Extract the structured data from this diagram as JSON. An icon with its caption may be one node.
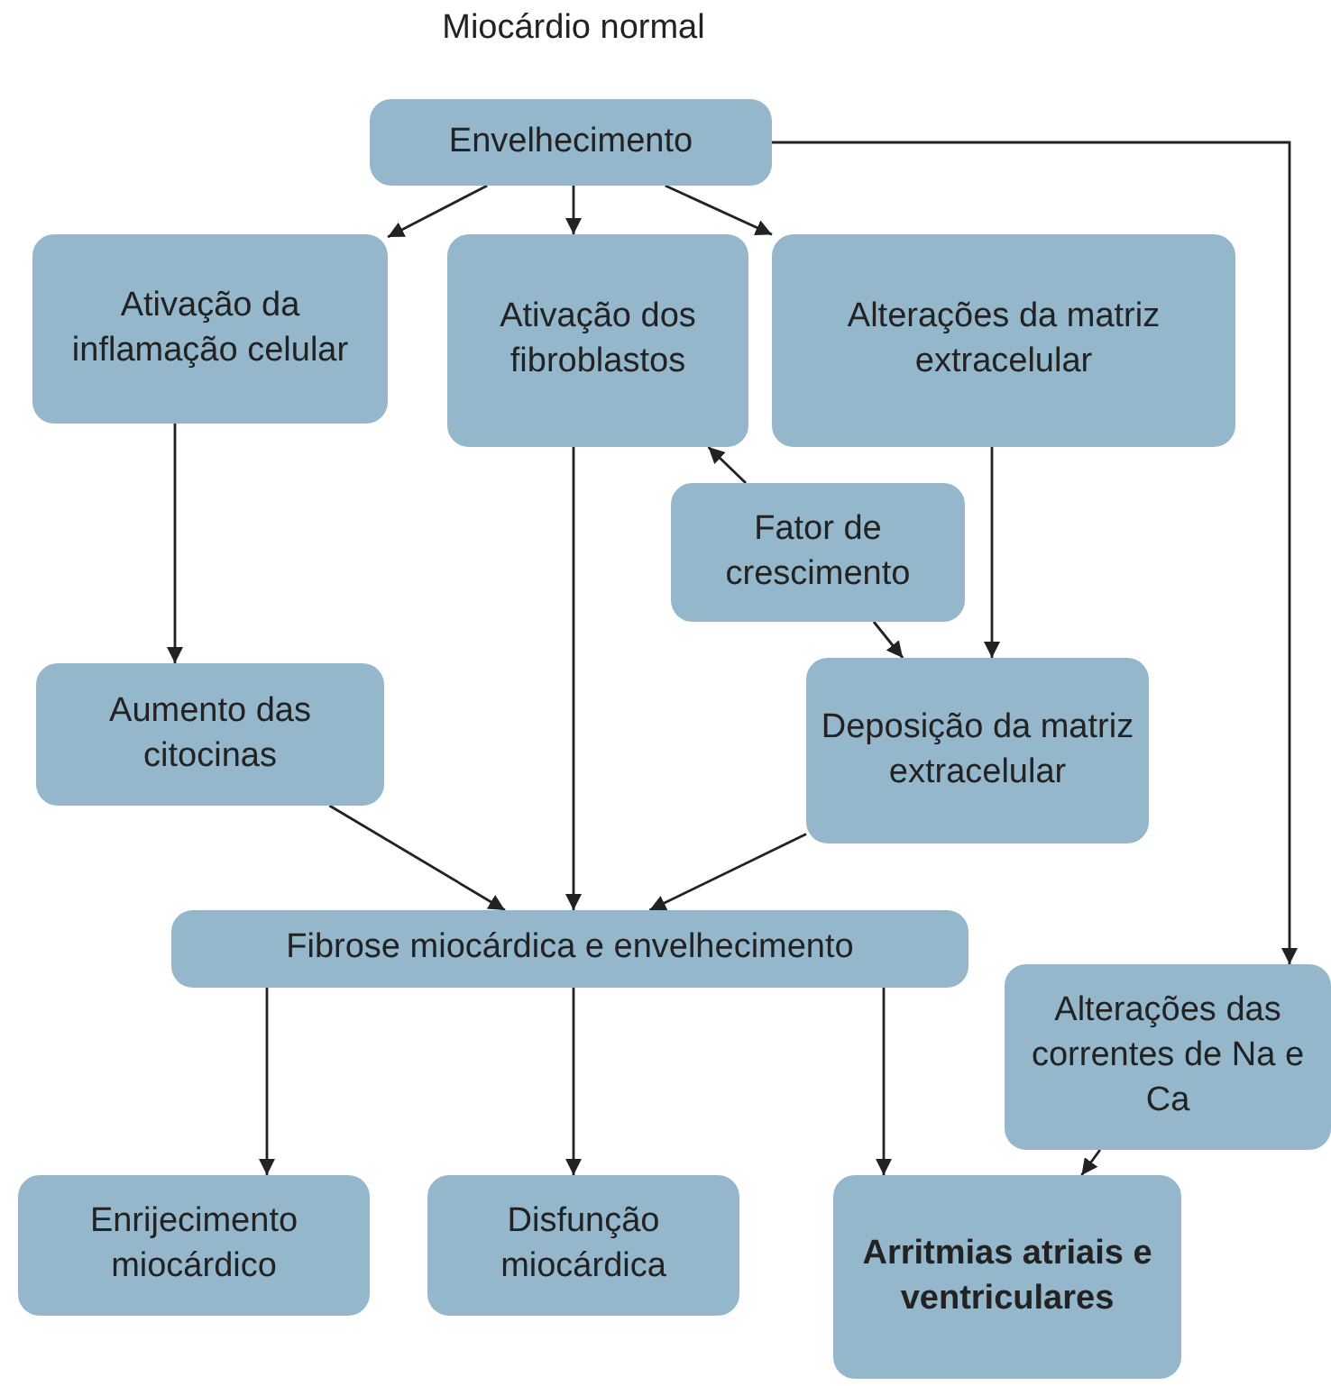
{
  "diagram": {
    "title": "Miocárdio normal",
    "nodes": [
      {
        "text": [
          "Envelhecimento"
        ]
      },
      {
        "text": [
          "Ativação da inflamação celular"
        ]
      },
      {
        "text": [
          "Ativação dos fibroblastos"
        ]
      },
      {
        "text": [
          "Alterações da matriz extracelular"
        ]
      },
      {
        "text": [
          "Fator de crescimento"
        ]
      },
      {
        "text": [
          "Aumento das citocinas"
        ]
      },
      {
        "text": [
          "Deposição da matriz extracelular"
        ]
      },
      {
        "text": [
          "Fibrose miocárdica e envelhecimento"
        ]
      },
      {
        "text": [
          "Alterações das correntes de Na e Ca"
        ]
      },
      {
        "text": [
          "Enrijecimento miocárdico"
        ]
      },
      {
        "text": [
          "Disfunção miocárdica"
        ]
      },
      {
        "text": [
          "Arritmias atriais e ventriculares"
        ]
      }
    ],
    "edges": [
      {
        "from": 0,
        "to": 1,
        "arrow": "to"
      },
      {
        "from": 0,
        "to": 2,
        "arrow": "to"
      },
      {
        "from": 0,
        "to": 3,
        "arrow": "to"
      },
      {
        "from": 0,
        "to": 8,
        "arrow": "to"
      },
      {
        "from": 1,
        "to": 5,
        "arrow": "to"
      },
      {
        "from": 4,
        "to": 2,
        "arrow": "to"
      },
      {
        "from": 4,
        "to": 6,
        "arrow": "to"
      },
      {
        "from": 3,
        "to": 6,
        "arrow": "to"
      },
      {
        "from": 2,
        "to": 7,
        "arrow": "to"
      },
      {
        "from": 5,
        "to": 7,
        "arrow": "to"
      },
      {
        "from": 6,
        "to": 7,
        "arrow": "to"
      },
      {
        "from": 7,
        "to": 9,
        "arrow": "to"
      },
      {
        "from": 7,
        "to": 10,
        "arrow": "to"
      },
      {
        "from": 7,
        "to": 11,
        "arrow": "to"
      },
      {
        "from": 8,
        "to": 11,
        "arrow": "to"
      }
    ]
  }
}
